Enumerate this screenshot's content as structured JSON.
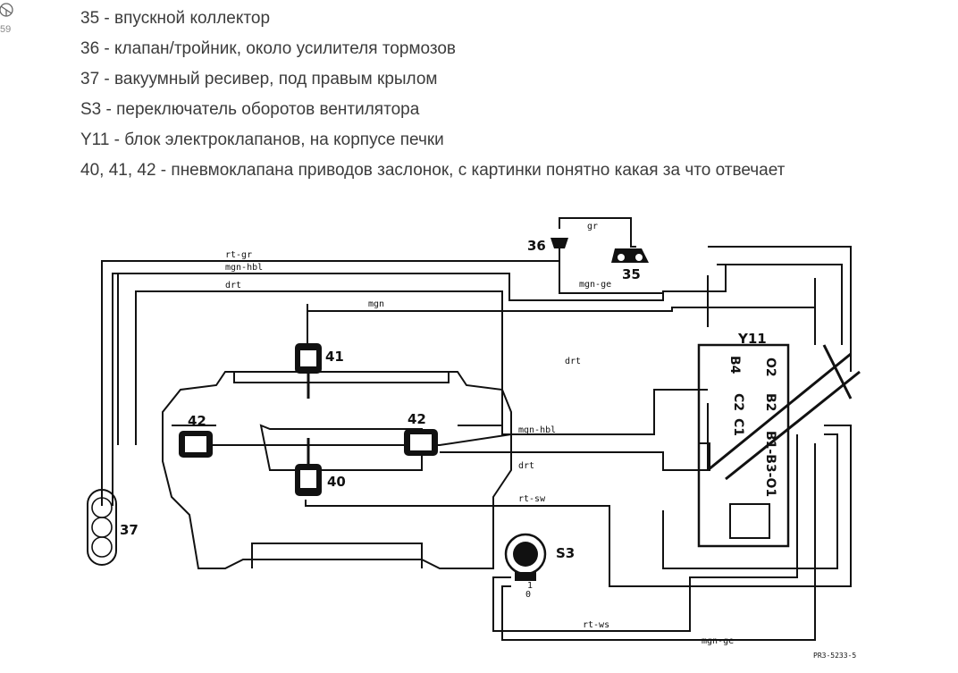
{
  "corner": {
    "count": "59",
    "icon": "steering-wheel-icon"
  },
  "legend": [
    "35 - впускной коллектор",
    "36 - клапан/тройник, около усилителя тормозов",
    "37 - вакуумный ресивер, под правым крылом",
    "S3 - переключатель оборотов вентилятора",
    "Y11 - блок электроклапанов, на корпусе печки",
    "40, 41, 42 - пневмоклапана приводов заслонок, с картинки понятно какая за что отвечает"
  ],
  "diagram": {
    "tube_labels": {
      "rt_gr": "rt-gr",
      "mgn_hbl_top": "mgn-hbl",
      "drt_top": "drt",
      "mgn": "mgn",
      "drt_mid": "drt",
      "mgn_hbl_mid": "mgn-hbl",
      "drt_low": "drt",
      "rt_sw": "rt-sw",
      "rt_ws": "rt-ws",
      "mgn_ge_bottom": "mgn-ge",
      "gr": "gr",
      "mgn_ge_top": "mgn-ge"
    },
    "components": {
      "c35": "35",
      "c36": "36",
      "c37": "37",
      "c40": "40",
      "c41": "41",
      "c42_left": "42",
      "c42_right": "42",
      "s3": "S3",
      "y11": "Y11"
    },
    "y11_pins": {
      "b4": "B4",
      "o2": "O2",
      "c2": "C2",
      "c1": "C1",
      "b2": "B2",
      "b1_b3_o1": "B1-B3-O1"
    },
    "s3_marks": {
      "p1": "1",
      "p0": "0"
    },
    "ref_code": "PR3-5233-5"
  }
}
